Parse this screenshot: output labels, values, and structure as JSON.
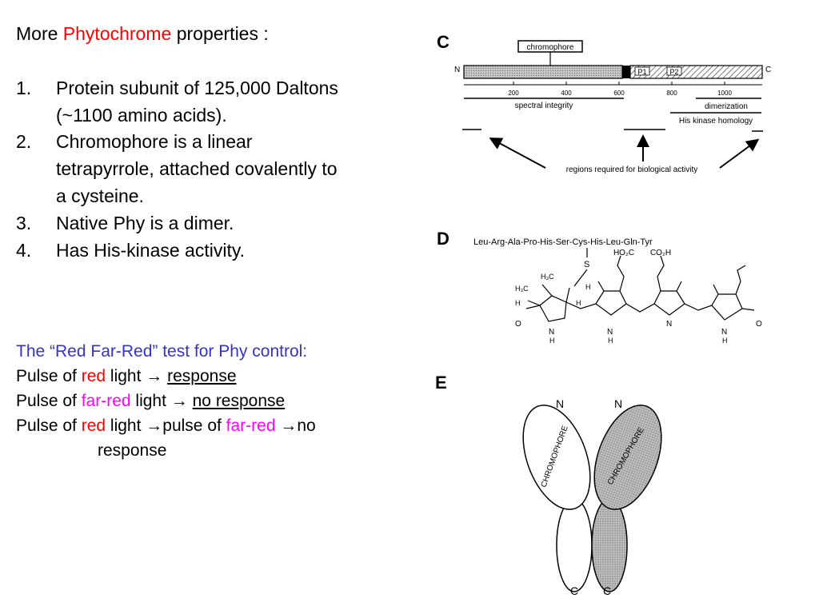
{
  "heading": {
    "before": "More ",
    "highlight": "Phytochrome",
    "after": " properties :"
  },
  "list": [
    {
      "num": "1.",
      "lines": [
        "Protein subunit of 125,000 Daltons",
        "(~1100 amino acids)."
      ]
    },
    {
      "num": "2.",
      "lines": [
        "Chromophore is a linear",
        "tetrapyrrole, attached covalently to",
        "a cysteine."
      ]
    },
    {
      "num": "3.",
      "lines": [
        "Native Phy is a dimer."
      ]
    },
    {
      "num": "4.",
      "lines": [
        "Has His-kinase activity."
      ]
    }
  ],
  "test": {
    "title": "The “Red Far-Red” test for Phy control:",
    "line1": {
      "a": "Pulse of ",
      "b": "red",
      "c": " light  ",
      "arrow": "→",
      "d": "response"
    },
    "line2": {
      "a": "Pulse of ",
      "b": "far-red",
      "c": " light ",
      "arrow": "→",
      "d": "no response"
    },
    "line3": {
      "a": "Pulse of ",
      "b": "red",
      "c": " light ",
      "arrow1": "→",
      "d": "pulse of ",
      "e": "far-red",
      "f": " ",
      "arrow2": "→",
      "g": "no"
    },
    "line4": "response"
  },
  "figC": {
    "letter": "C",
    "chromophore": "chromophore",
    "n": "N",
    "c": "C",
    "p1": "P1",
    "p2": "P2",
    "ticks": [
      "200",
      "400",
      "600",
      "800",
      "1000"
    ],
    "spectral": "spectral integrity",
    "dimerization": "dimerization",
    "hiskinase": "His kinase homology",
    "regions": "regions required for biological activity"
  },
  "figD": {
    "letter": "D",
    "sequence": "Leu-Arg-Ala-Pro-His-Ser-Cys-His-Leu-Gln-Tyr",
    "s": "S",
    "ho2c": "HO₂C",
    "co2h": "CO₂H",
    "h3c_a": "H₃C",
    "h3c_b": "H₃C",
    "h_a": "H",
    "h_b": "H",
    "h_c": "H",
    "o_left": "O",
    "o_right": "O",
    "n1": "N",
    "h1": "H",
    "n2": "N",
    "h2": "H",
    "n3": "N",
    "n4": "N",
    "h4": "H"
  },
  "figE": {
    "letter": "E",
    "n_left": "N",
    "n_right": "N",
    "c_left": "C",
    "c_right": "C",
    "chromo_left": "CHROMOPHORE",
    "chromo_right": "CHROMOPHORE"
  },
  "colors": {
    "red": "#ff0000",
    "magenta": "#ff00ff",
    "blue": "#3333cc"
  }
}
